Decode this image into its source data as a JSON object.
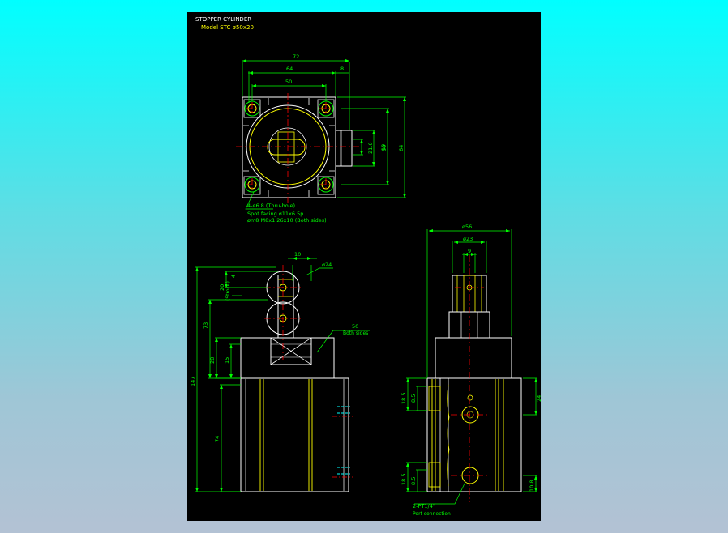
{
  "drawing": {
    "title": "STOPPER CYLINDER",
    "model": "Model  STC  ø50x20"
  },
  "colors": {
    "background_top": "#00ffff",
    "background_bottom": "#b3c2d4",
    "sheet": "#000000",
    "outline": "#ffffff",
    "dimension": "#00ff00",
    "centerline": "#ff0000",
    "hidden": "#00ffff",
    "body_detail": "#ffff00"
  },
  "top_view": {
    "dims": {
      "w72": "72",
      "w64": "64",
      "w50": "50",
      "w8": "8",
      "h19": "19",
      "h21": "21.6",
      "h50": "50",
      "h64": "64"
    },
    "note_line1": "4-ø6.8 (Thru-hole)",
    "note_line2": "Spot facing ø11x6.5p.",
    "note_line3": "øm8 M8x1 26x10 (Both sides)"
  },
  "side_view": {
    "dims": {
      "d10": "10",
      "d24": "ø24",
      "d4": "4",
      "d20": "20",
      "stroke": "(Stroke)",
      "d73": "73",
      "d147": "147",
      "d28": "28",
      "d15": "15",
      "d50": "50",
      "both_sides": "Both sides",
      "d74": "74"
    }
  },
  "front_view": {
    "dims": {
      "d56": "ø56",
      "d23": "ø23",
      "d9": "9",
      "d18a": "18.5",
      "d8a": "8.5",
      "d24": "24",
      "d18b": "18.5",
      "d8b": "8.5",
      "d108": "10.8"
    },
    "port_label": "2-PT1/4\"",
    "port_note": "Port connection"
  }
}
